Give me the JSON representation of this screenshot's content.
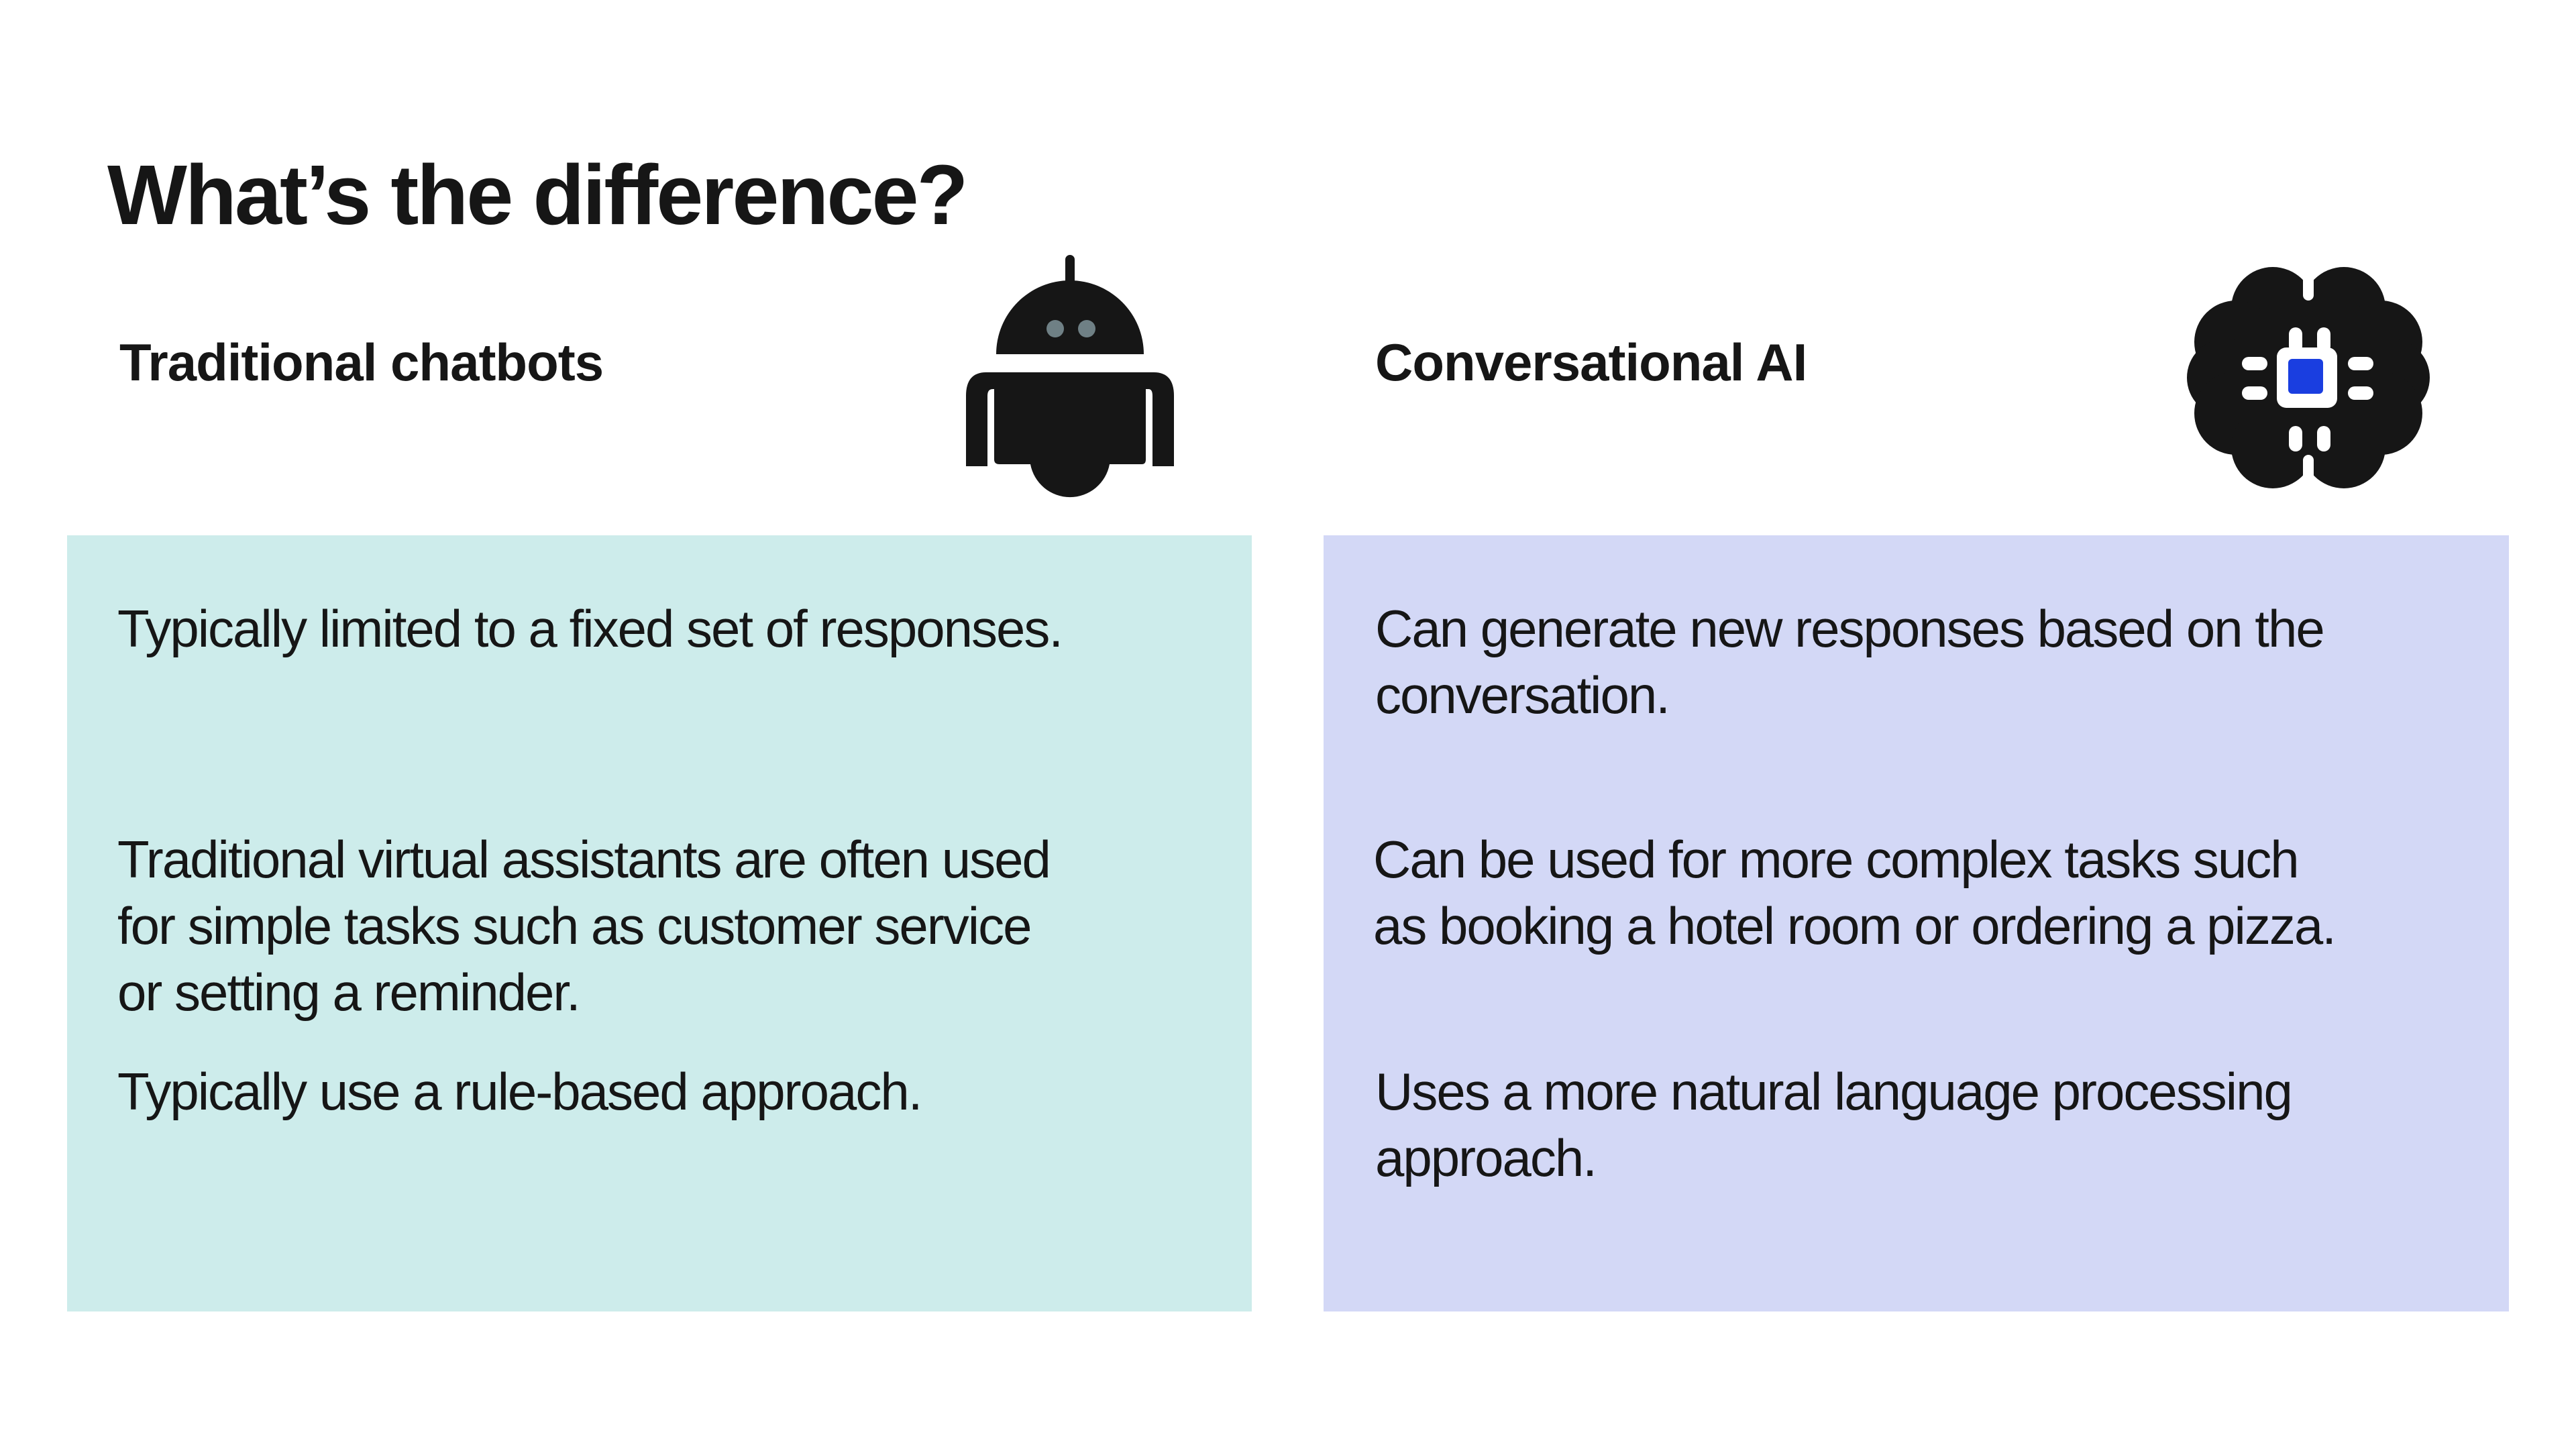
{
  "title": "What’s the difference?",
  "columns": [
    {
      "heading": "Traditional chatbots",
      "icon": "robot-icon",
      "panel_color": "#cdeceb",
      "points": [
        "Typically limited to a fixed set of responses.",
        "Traditional virtual assistants are often used\nfor simple tasks such as customer service\nor setting a reminder.",
        "Typically use a rule-based approach."
      ]
    },
    {
      "heading": "Conversational AI",
      "icon": "brain-chip-icon",
      "panel_color": "#d3d8f6",
      "points": [
        "Can generate new responses based on the\nconversation.",
        "Can be used for more complex tasks such\nas booking a hotel room or ordering a pizza.",
        "Uses a more natural language processing\napproach."
      ]
    }
  ],
  "colors": {
    "text": "#161616",
    "icon_fill": "#161616",
    "robot_eyes": "#6f8085",
    "chip_accent": "#1a3ee0"
  }
}
